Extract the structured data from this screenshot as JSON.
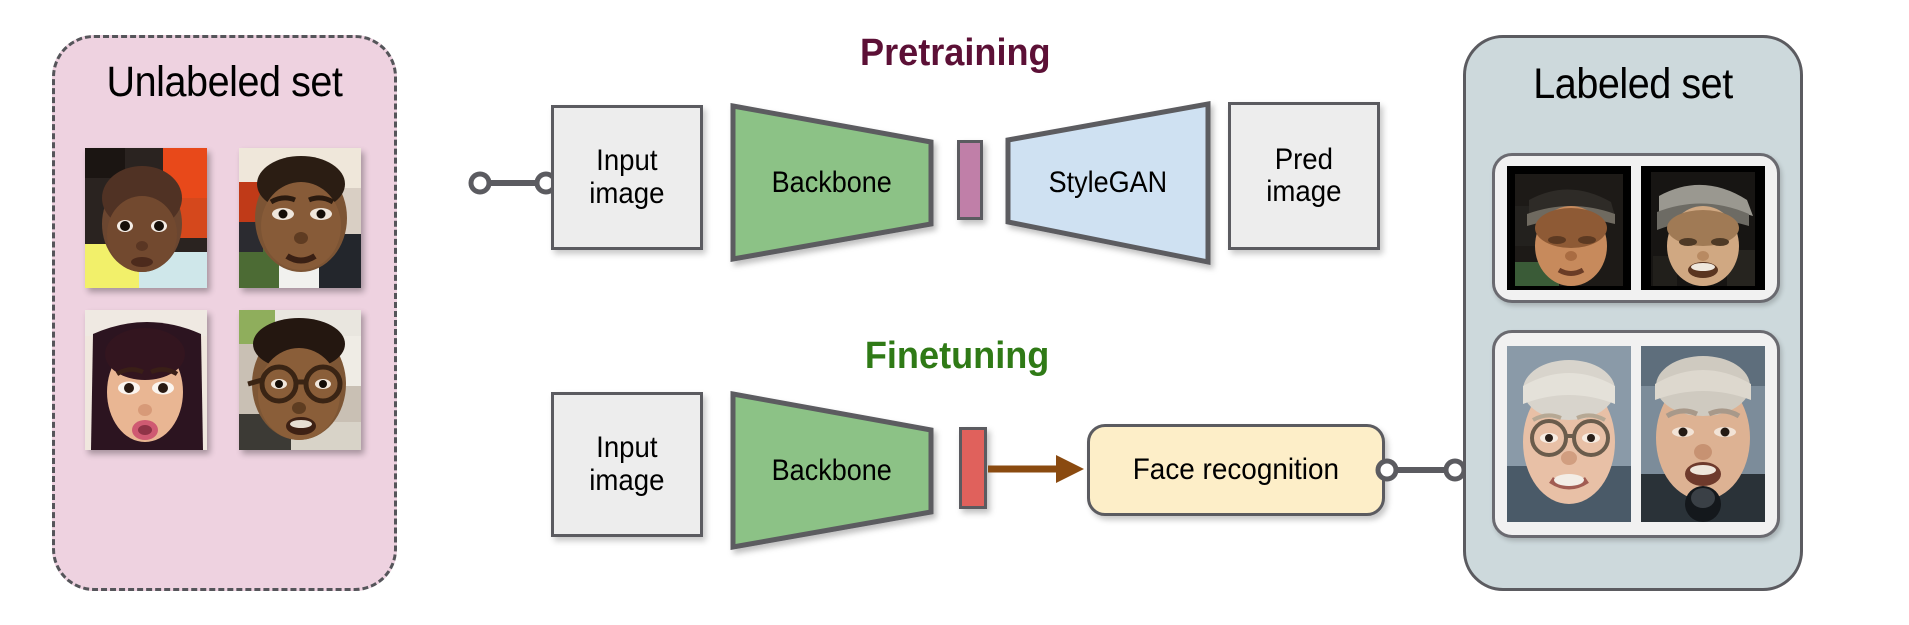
{
  "diagram": {
    "title_pretraining": "Pretraining",
    "title_finetuning": "Finetuning",
    "colors": {
      "unlabeled_panel_fill": "#eed2e0",
      "labeled_panel_fill": "#cdd9dc",
      "backbone_fill": "#8cc286",
      "stylegan_fill": "#cfe1f2",
      "bottleneck_pretrain_fill": "#c07fa8",
      "bottleneck_finetune_fill": "#e0615c",
      "face_recognition_fill": "#fdeec8",
      "io_box_fill": "#ededed",
      "pretraining_text": "#5c1036",
      "finetuning_text": "#2f7a16",
      "arrow": "#8a4a10",
      "outline": "#5b5b60"
    }
  },
  "unlabeled_set": {
    "title": "Unlabeled set",
    "photos": [
      {
        "name": "photo-toddler",
        "alt": "toddler face"
      },
      {
        "name": "photo-man-suit",
        "alt": "man in suit face"
      },
      {
        "name": "photo-woman",
        "alt": "woman face"
      },
      {
        "name": "photo-man-glasses",
        "alt": "man with glasses face"
      }
    ]
  },
  "labeled_set": {
    "title": "Labeled set",
    "pairs": [
      {
        "name": "pair-capped-man",
        "photos": [
          {
            "name": "photo-cap-man-a",
            "alt": "man wearing cap"
          },
          {
            "name": "photo-cap-man-b",
            "alt": "man wearing cap smiling"
          }
        ]
      },
      {
        "name": "pair-elder-man",
        "photos": [
          {
            "name": "photo-elder-man-a",
            "alt": "elderly man with glasses"
          },
          {
            "name": "photo-elder-man-b",
            "alt": "elderly man with microphone"
          }
        ]
      }
    ]
  },
  "pretraining_row": {
    "input_image": {
      "line1": "Input",
      "line2": "image"
    },
    "backbone": {
      "label": "Backbone"
    },
    "bottleneck": {
      "label": ""
    },
    "stylegan": {
      "label": "StyleGAN"
    },
    "pred_image": {
      "line1": "Pred",
      "line2": "image"
    }
  },
  "finetuning_row": {
    "input_image": {
      "line1": "Input",
      "line2": "image"
    },
    "backbone": {
      "label": "Backbone"
    },
    "bottleneck": {
      "label": ""
    },
    "face_recognition": {
      "label": "Face recognition"
    }
  }
}
